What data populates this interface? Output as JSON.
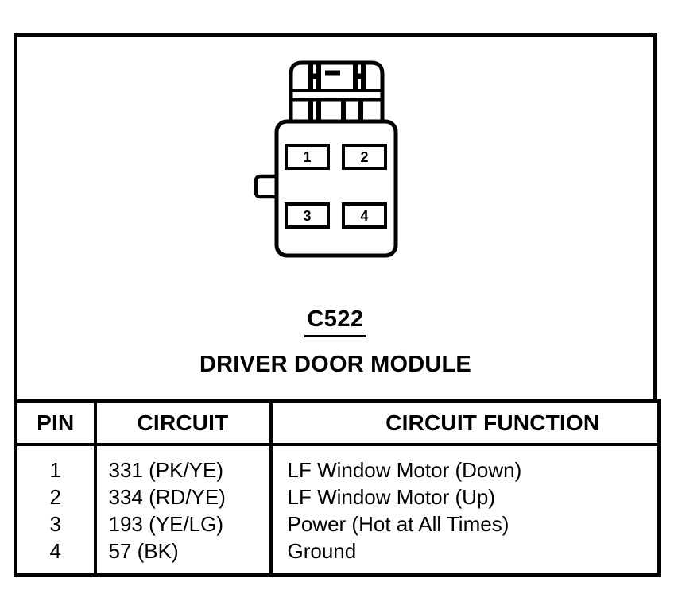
{
  "page": {
    "ink_color": "#000000",
    "paper_color": "#ffffff"
  },
  "connector": {
    "id": "C522",
    "title": "DRIVER DOOR MODULE",
    "pin_slots": [
      "1",
      "2",
      "3",
      "4"
    ]
  },
  "pinout_table": {
    "headers": {
      "pin": "PIN",
      "circuit": "CIRCUIT",
      "function": "CIRCUIT FUNCTION"
    },
    "rows": [
      {
        "pin": "1",
        "circuit": "331 (PK/YE)",
        "function": "LF Window Motor (Down)"
      },
      {
        "pin": "2",
        "circuit": "334 (RD/YE)",
        "function": "LF Window Motor (Up)"
      },
      {
        "pin": "3",
        "circuit": "193 (YE/LG)",
        "function": "Power (Hot at All Times)"
      },
      {
        "pin": "4",
        "circuit": "57 (BK)",
        "function": "Ground"
      }
    ]
  }
}
